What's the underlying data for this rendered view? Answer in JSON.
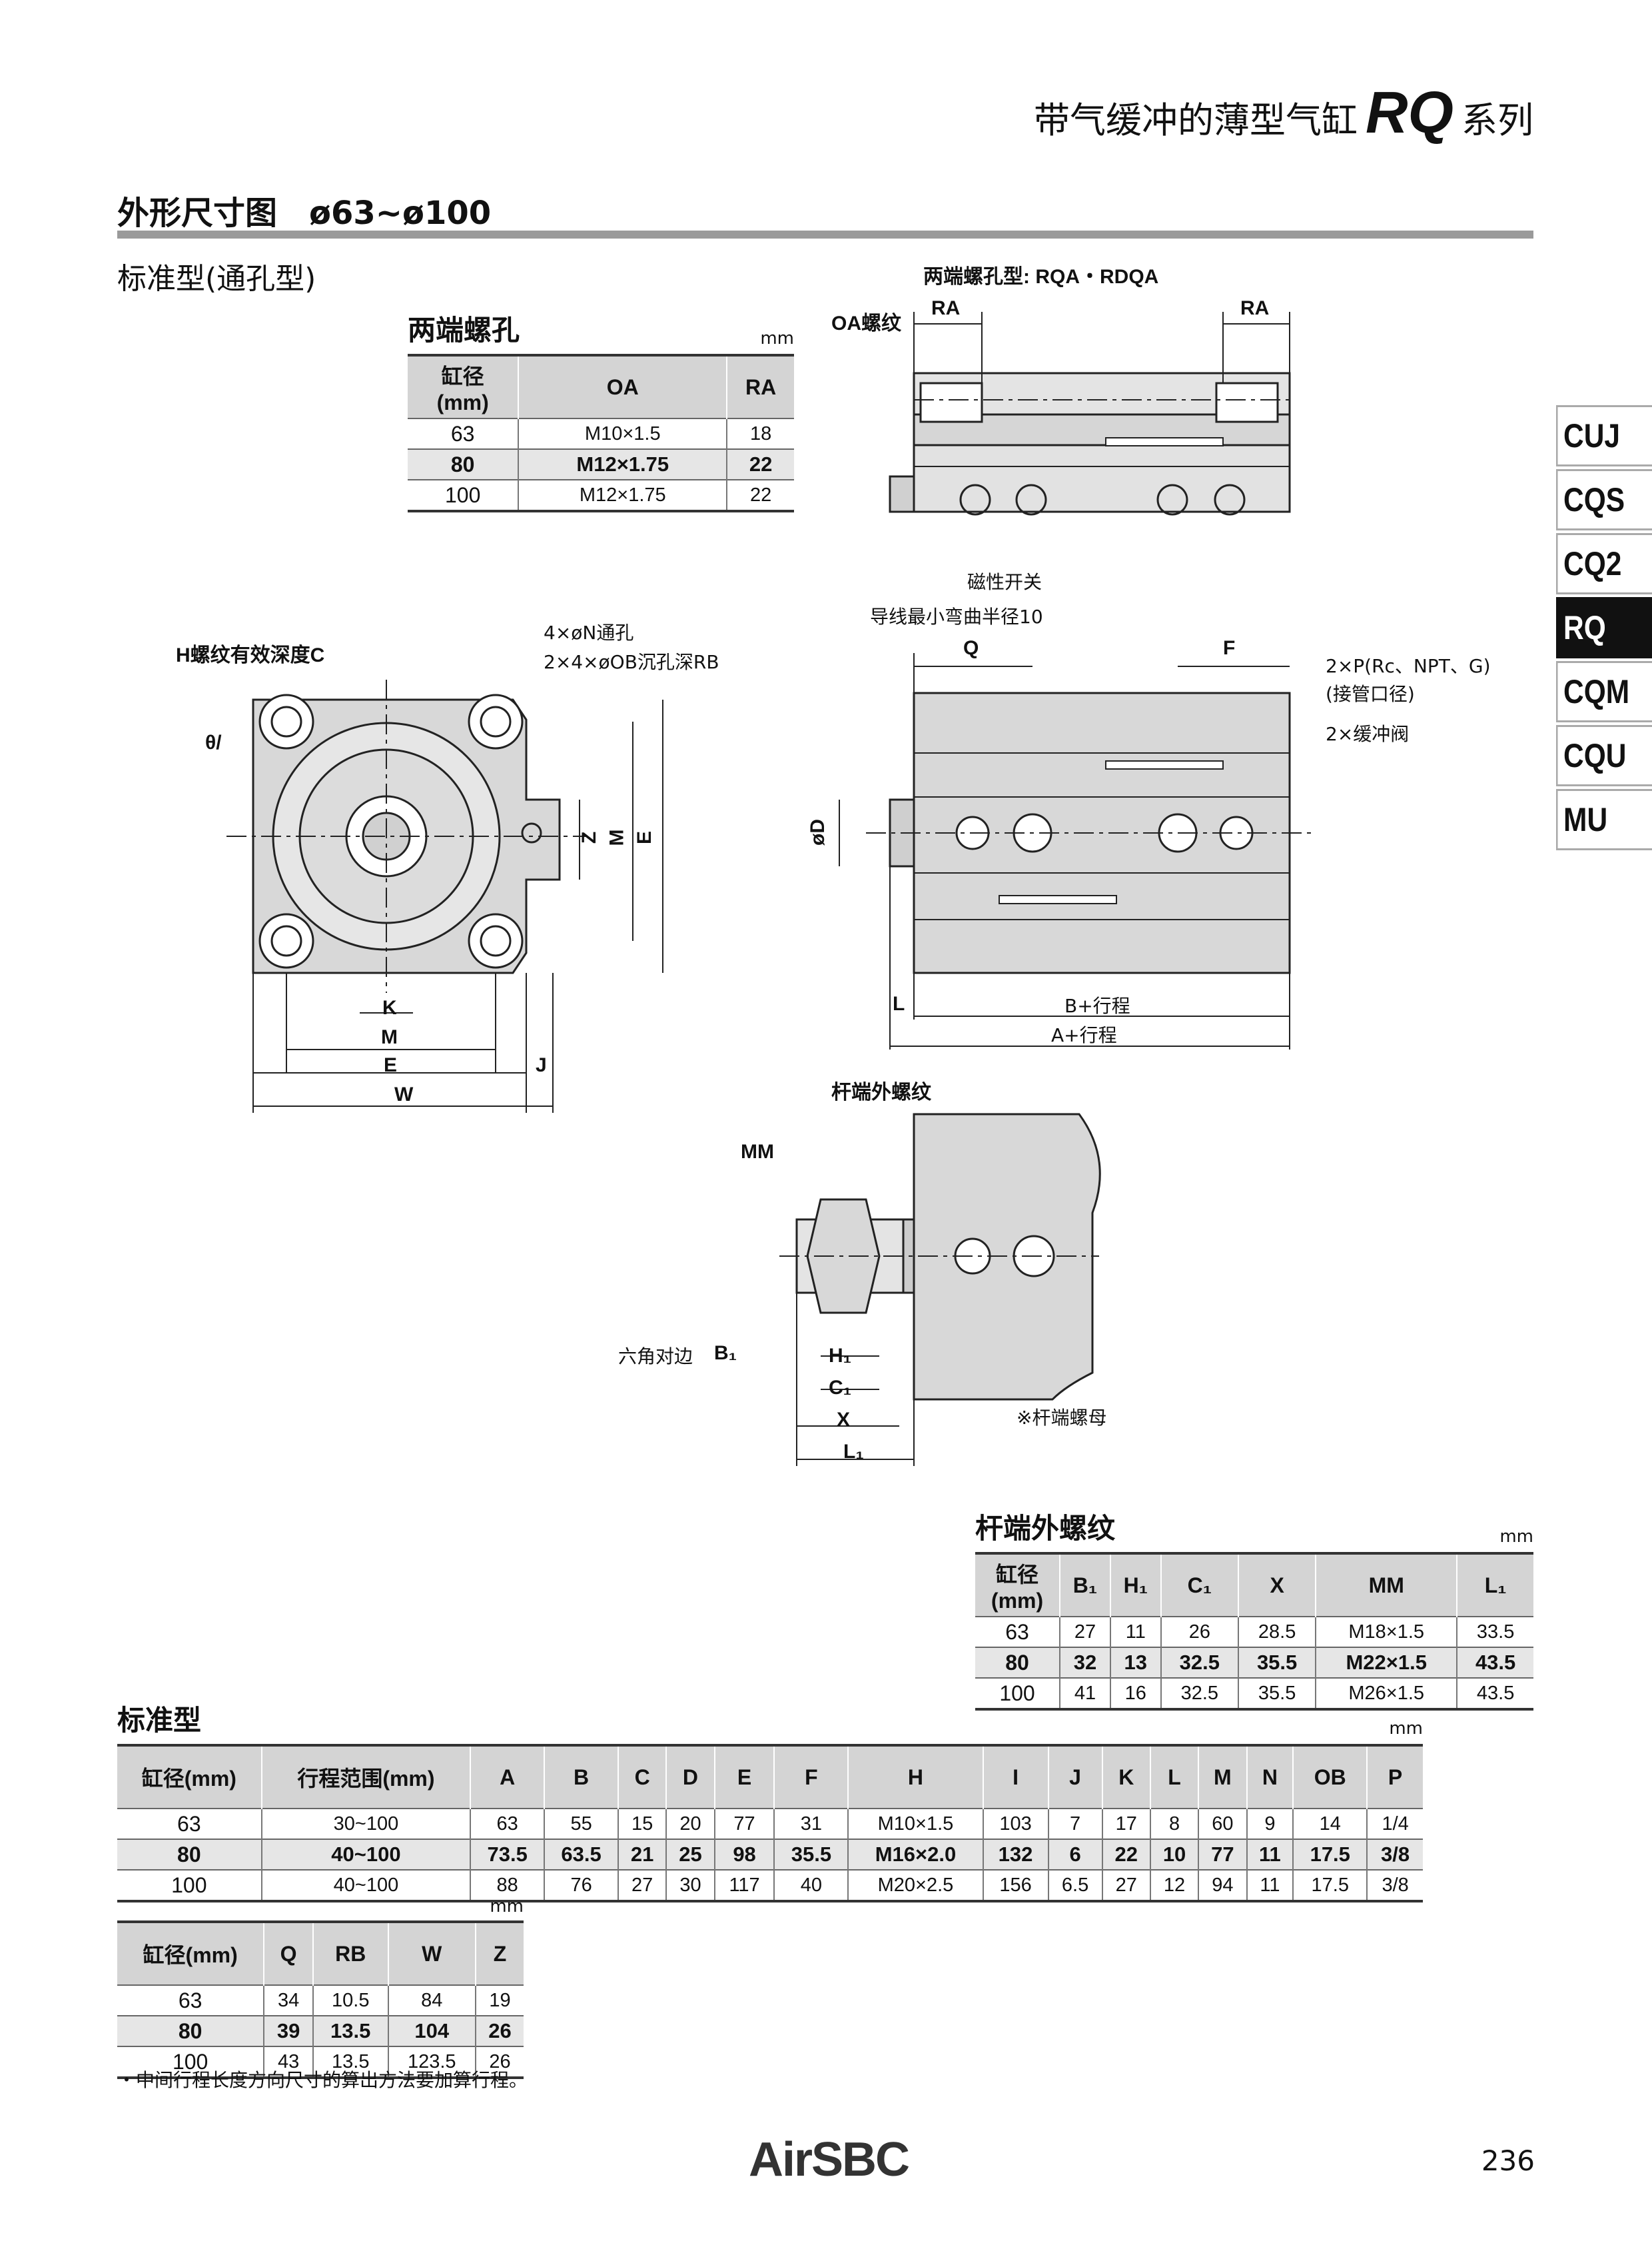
{
  "header": {
    "prefix": "带气缓冲的薄型气缸",
    "series_code": "RQ",
    "suffix": "系列"
  },
  "section": {
    "title": "外形尺寸图",
    "range": "ø63~ø100",
    "variant": "标准型(通孔型)"
  },
  "side_tabs": [
    "CUJ",
    "CQS",
    "CQ2",
    "RQ",
    "CQM",
    "CQU",
    "MU"
  ],
  "active_tab": "RQ",
  "labels": {
    "end_tap_type": "两端螺孔型: RQA・RDQA",
    "oa_thread": "OA螺纹",
    "ra": "RA",
    "h_thread": "H螺纹有效深度C",
    "n_through": "4×øN通孔",
    "ob_counterbore": "2×4×øOB沉孔深RB",
    "magnetic_switch": "磁性开关",
    "min_bend_radius": "导线最小弯曲半径10",
    "port": "2×P(Rc、NPT、G)",
    "port_note": "(接管口径)",
    "cushion_valve": "2×缓冲阀",
    "b_stroke": "B+行程",
    "a_stroke": "A+行程",
    "rod_end_male": "杆端外螺纹",
    "hex_across_flats": "六角对边",
    "rod_end_nut": "※杆端螺母",
    "dims": {
      "q": "Q",
      "f": "F",
      "od": "øD",
      "l": "L",
      "k": "K",
      "m": "M",
      "e": "E",
      "w": "W",
      "j": "J",
      "z": "Z",
      "mm": "MM",
      "b1": "B₁",
      "h1": "H₁",
      "c1": "C₁",
      "x": "X",
      "l1": "L₁",
      "theta": "θ/",
      "m2": "M",
      "e2": "E"
    }
  },
  "table_end_tap": {
    "title": "两端螺孔",
    "unit": "mm",
    "headers": [
      "缸径\n(mm)",
      "OA",
      "RA"
    ],
    "rows": [
      [
        "63",
        "M10×1.5",
        "18"
      ],
      [
        "80",
        "M12×1.75",
        "22"
      ],
      [
        "100",
        "M12×1.75",
        "22"
      ]
    ],
    "highlight_row": 1
  },
  "table_rod_end": {
    "title": "杆端外螺纹",
    "unit": "mm",
    "headers": [
      "缸径\n(mm)",
      "B₁",
      "H₁",
      "C₁",
      "X",
      "MM",
      "L₁"
    ],
    "rows": [
      [
        "63",
        "27",
        "11",
        "26",
        "28.5",
        "M18×1.5",
        "33.5"
      ],
      [
        "80",
        "32",
        "13",
        "32.5",
        "35.5",
        "M22×1.5",
        "43.5"
      ],
      [
        "100",
        "41",
        "16",
        "32.5",
        "35.5",
        "M26×1.5",
        "43.5"
      ]
    ],
    "highlight_row": 1
  },
  "table_standard": {
    "title": "标准型",
    "unit": "mm",
    "headers": [
      "缸径(mm)",
      "行程范围(mm)",
      "A",
      "B",
      "C",
      "D",
      "E",
      "F",
      "H",
      "I",
      "J",
      "K",
      "L",
      "M",
      "N",
      "OB",
      "P"
    ],
    "rows": [
      [
        "63",
        "30~100",
        "63",
        "55",
        "15",
        "20",
        "77",
        "31",
        "M10×1.5",
        "103",
        "7",
        "17",
        "8",
        "60",
        "9",
        "14",
        "1/4"
      ],
      [
        "80",
        "40~100",
        "73.5",
        "63.5",
        "21",
        "25",
        "98",
        "35.5",
        "M16×2.0",
        "132",
        "6",
        "22",
        "10",
        "77",
        "11",
        "17.5",
        "3/8"
      ],
      [
        "100",
        "40~100",
        "88",
        "76",
        "27",
        "30",
        "117",
        "40",
        "M20×2.5",
        "156",
        "6.5",
        "27",
        "12",
        "94",
        "11",
        "17.5",
        "3/8"
      ]
    ],
    "highlight_row": 1
  },
  "table_standard2": {
    "unit": "mm",
    "headers": [
      "缸径(mm)",
      "Q",
      "RB",
      "W",
      "Z"
    ],
    "rows": [
      [
        "63",
        "34",
        "10.5",
        "84",
        "19"
      ],
      [
        "80",
        "39",
        "13.5",
        "104",
        "26"
      ],
      [
        "100",
        "43",
        "13.5",
        "123.5",
        "26"
      ]
    ],
    "highlight_row": 1
  },
  "footnote": "・中间行程长度方向尺寸的算出方法要加算行程。",
  "logo": "AirSBC",
  "page_number": "236"
}
